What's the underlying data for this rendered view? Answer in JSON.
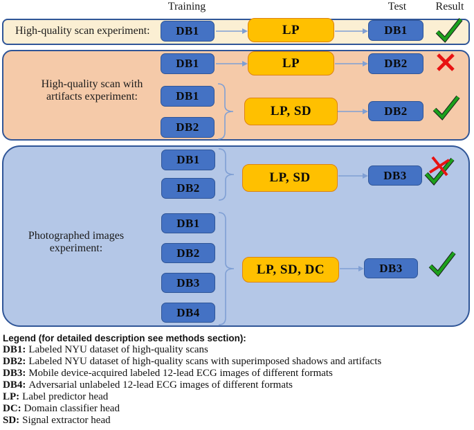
{
  "header": {
    "training": "Training",
    "test": "Test",
    "result": "Result"
  },
  "experiments": [
    {
      "label": "High-quality scan experiment:",
      "rows": [
        {
          "training": [
            "DB1"
          ],
          "model": "LP",
          "test": "DB1",
          "result": "pass"
        }
      ]
    },
    {
      "label": "High-quality scan with artifacts experiment:",
      "rows": [
        {
          "training": [
            "DB1"
          ],
          "model": "LP",
          "test": "DB2",
          "result": "fail"
        },
        {
          "training": [
            "DB1",
            "DB2"
          ],
          "model": "LP, SD",
          "test": "DB2",
          "result": "pass"
        }
      ]
    },
    {
      "label": "Photographed images experiment:",
      "rows": [
        {
          "training": [
            "DB1",
            "DB2"
          ],
          "model": "LP, SD",
          "test": "DB3",
          "result": "pass-and-fail"
        },
        {
          "training": [
            "DB1",
            "DB2",
            "DB3",
            "DB4"
          ],
          "model": "LP, SD, DC",
          "test": "DB3",
          "result": "pass"
        }
      ]
    }
  ],
  "legend": {
    "heading": "Legend (for detailed description see methods section):",
    "items": [
      {
        "term": "DB1:",
        "description": "Labeled NYU dataset of high-quality scans"
      },
      {
        "term": "DB2:",
        "description": "Labeled NYU dataset of high-quality scans with superimposed shadows and artifacts"
      },
      {
        "term": "DB3:",
        "description": "Mobile device-acquired labeled 12-lead ECG images of different formats"
      },
      {
        "term": "DB4:",
        "description": "Adversarial unlabeled 12-lead ECG images of different formats"
      },
      {
        "term": "LP:",
        "description": "Label predictor head"
      },
      {
        "term": "DC:",
        "description": "Domain classifier head"
      },
      {
        "term": "SD:",
        "description": "Signal extractor head"
      }
    ]
  },
  "colors": {
    "panel1_bg": "#FBEFD3",
    "panel2_bg": "#F5CAA9",
    "panel3_bg": "#B4C7E7",
    "panel_border": "#2F5597",
    "dataset_box_fill": "#4472C4",
    "dataset_box_border": "#2F5597",
    "model_box_fill": "#FFC000",
    "model_box_border": "#DD820E",
    "arrow": "#7F9FD4",
    "pass_green": "#1CA01C",
    "fail_red": "#E81212"
  }
}
